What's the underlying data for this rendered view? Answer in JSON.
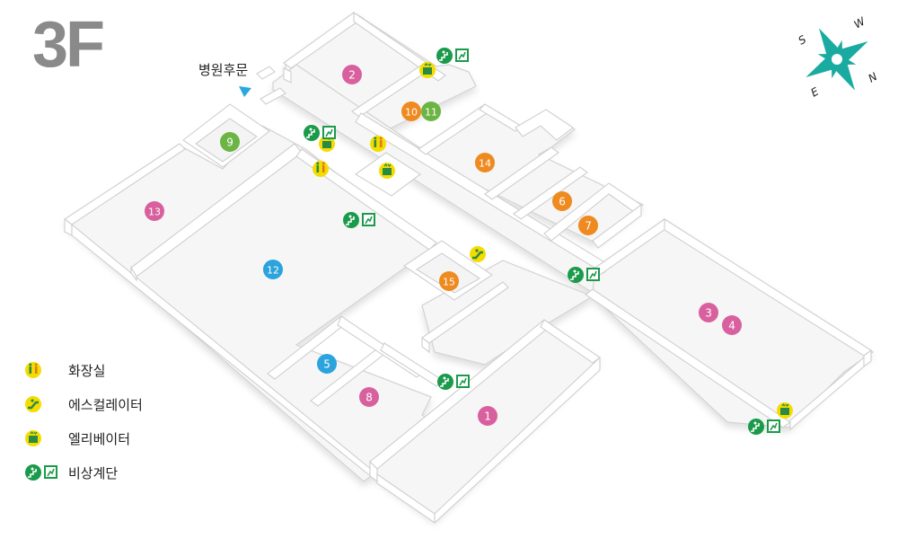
{
  "floor": "3F",
  "gate": {
    "label": "병원후문"
  },
  "compass": {
    "n": "N",
    "s": "S",
    "e": "E",
    "w": "W"
  },
  "colors": {
    "pink": "#d9609e",
    "orange": "#ee8a1f",
    "green": "#6cb544",
    "blue": "#2ba3dc",
    "yellow": "#f5dc00",
    "exit_green": "#1a9a4a",
    "compass": "#1aaba0",
    "gate_arrow": "#29a8e0"
  },
  "rooms": [
    {
      "num": "1",
      "color": "pink"
    },
    {
      "num": "2",
      "color": "pink"
    },
    {
      "num": "3",
      "color": "pink"
    },
    {
      "num": "4",
      "color": "pink"
    },
    {
      "num": "5",
      "color": "blue"
    },
    {
      "num": "6",
      "color": "orange"
    },
    {
      "num": "7",
      "color": "orange"
    },
    {
      "num": "8",
      "color": "pink"
    },
    {
      "num": "9",
      "color": "green"
    },
    {
      "num": "10",
      "color": "orange"
    },
    {
      "num": "11",
      "color": "green"
    },
    {
      "num": "12",
      "color": "blue"
    },
    {
      "num": "13",
      "color": "pink"
    },
    {
      "num": "14",
      "color": "orange"
    },
    {
      "num": "15",
      "color": "orange"
    }
  ],
  "legend": [
    {
      "icon": "restroom-icon",
      "label": "화장실"
    },
    {
      "icon": "escalator-icon",
      "label": "에스컬레이터"
    },
    {
      "icon": "elevator-icon",
      "label": "엘리베이터"
    },
    {
      "icon": "emergency-stairs-icon",
      "label": "비상계단"
    }
  ]
}
